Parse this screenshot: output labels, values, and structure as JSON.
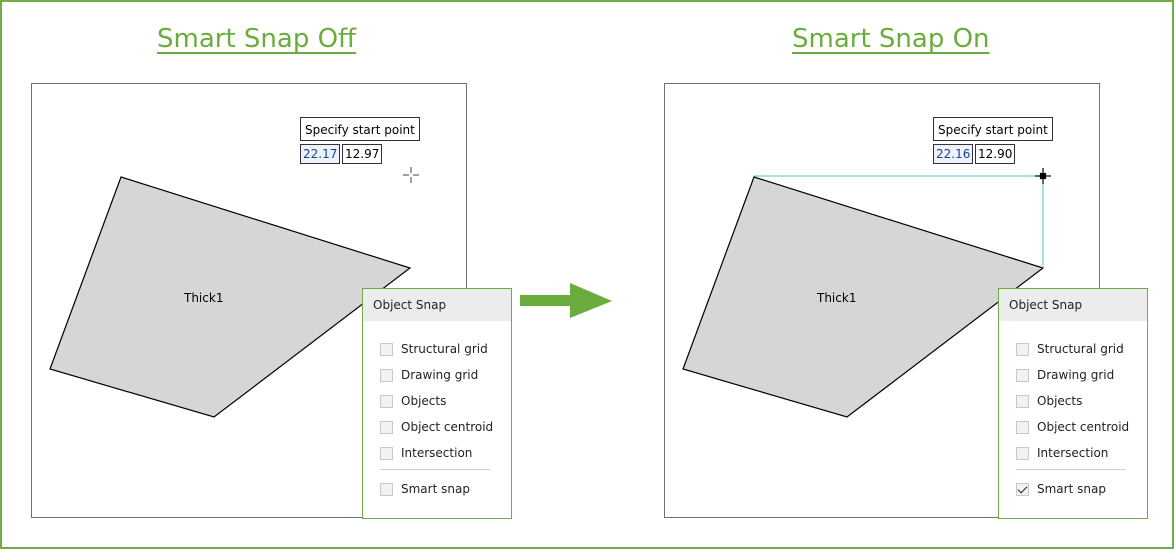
{
  "headings": {
    "left": "Smart Snap Off",
    "right": "Smart Snap On"
  },
  "left_view": {
    "prompt": "Specify start point",
    "x_value": "22.17",
    "y_value": "12.97",
    "shape_label": "Thick1"
  },
  "right_view": {
    "prompt": "Specify start point",
    "x_value": "22.16",
    "y_value": "12.90",
    "shape_label": "Thick1"
  },
  "snap_panel_left": {
    "title": "Object Snap",
    "options": [
      {
        "label": "Structural grid",
        "checked": false
      },
      {
        "label": "Drawing grid",
        "checked": false
      },
      {
        "label": "Objects",
        "checked": false
      },
      {
        "label": "Object centroid",
        "checked": false
      },
      {
        "label": "Intersection",
        "checked": false
      },
      {
        "label": "Smart snap",
        "checked": false
      }
    ]
  },
  "snap_panel_right": {
    "title": "Object Snap",
    "options": [
      {
        "label": "Structural grid",
        "checked": false
      },
      {
        "label": "Drawing grid",
        "checked": false
      },
      {
        "label": "Objects",
        "checked": false
      },
      {
        "label": "Object centroid",
        "checked": false
      },
      {
        "label": "Intersection",
        "checked": false
      },
      {
        "label": "Smart snap",
        "checked": true
      }
    ]
  },
  "colors": {
    "accent": "#6aad3d",
    "frame": "#70ad47",
    "shape_fill": "#d6d6d6",
    "snap_guide": "#4cc3d2"
  },
  "icons": [
    "crosshair-cursor-icon",
    "right-arrow-icon",
    "checkmark-icon"
  ]
}
